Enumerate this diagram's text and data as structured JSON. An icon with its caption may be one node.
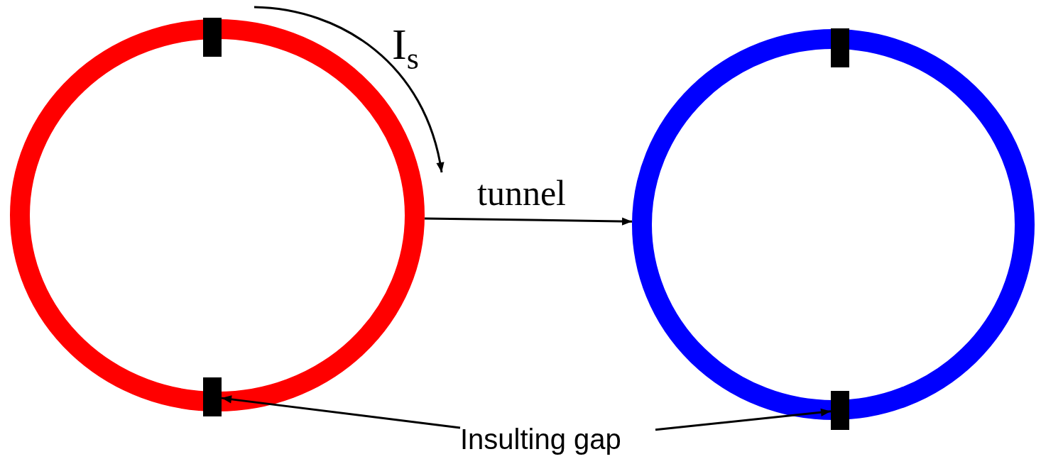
{
  "diagram": {
    "nodes": [
      {
        "text": [],
        "shape": "circle"
      },
      {
        "text": [],
        "shape": "bar"
      },
      {
        "text": [],
        "shape": "bar"
      },
      {
        "text": [],
        "shape": "circle"
      },
      {
        "text": [],
        "shape": "bar"
      },
      {
        "text": [],
        "shape": "bar"
      },
      {
        "text": [
          "Insulting gap"
        ]
      }
    ],
    "edges": [
      {
        "from": 0,
        "to": 3,
        "arrow": "to",
        "label": "tunnel"
      },
      {
        "from": 6,
        "to": 2,
        "arrow": "to"
      },
      {
        "from": 6,
        "to": 5,
        "arrow": "to"
      }
    ],
    "labels": [
      "I$_{s}$"
    ]
  }
}
